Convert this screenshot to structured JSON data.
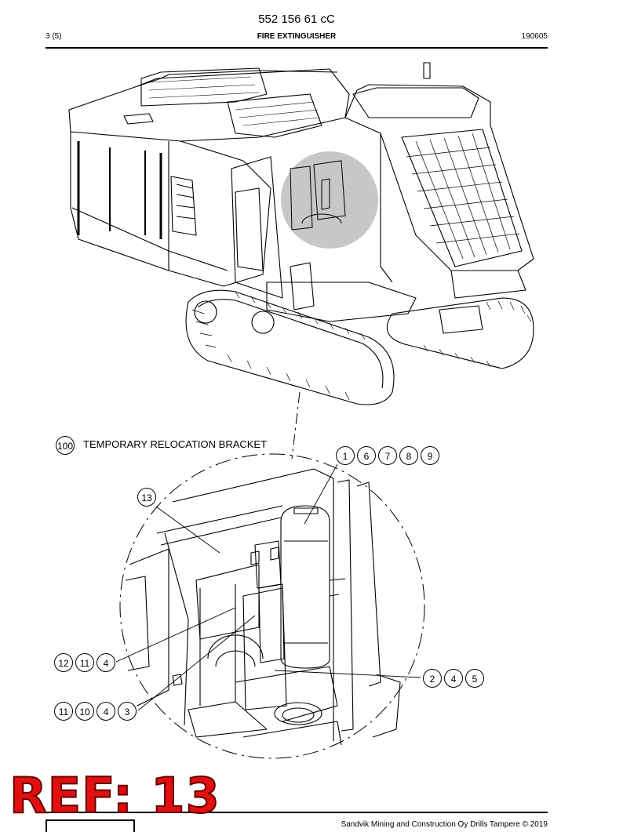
{
  "header": {
    "doc_number": "552 156 61 cC",
    "page": "3 (5)",
    "title": "FIRE EXTINGUISHER",
    "date": "190605"
  },
  "drawing": {
    "bracket_item": "100",
    "bracket_label": "TEMPORARY RELOCATION BRACKET",
    "callouts": {
      "top_row": [
        "1",
        "6",
        "7",
        "8",
        "9"
      ],
      "item_13": "13",
      "left_upper": [
        "12",
        "11",
        "4"
      ],
      "left_lower": [
        "11",
        "10",
        "4",
        "3"
      ],
      "right_lower": [
        "2",
        "4",
        "5"
      ]
    }
  },
  "footer": {
    "copyright": "Sandvik Mining and Construction Oy Drills Tampere © 2019"
  },
  "stamp": {
    "text": "REF: 13",
    "color": "#e01010"
  }
}
